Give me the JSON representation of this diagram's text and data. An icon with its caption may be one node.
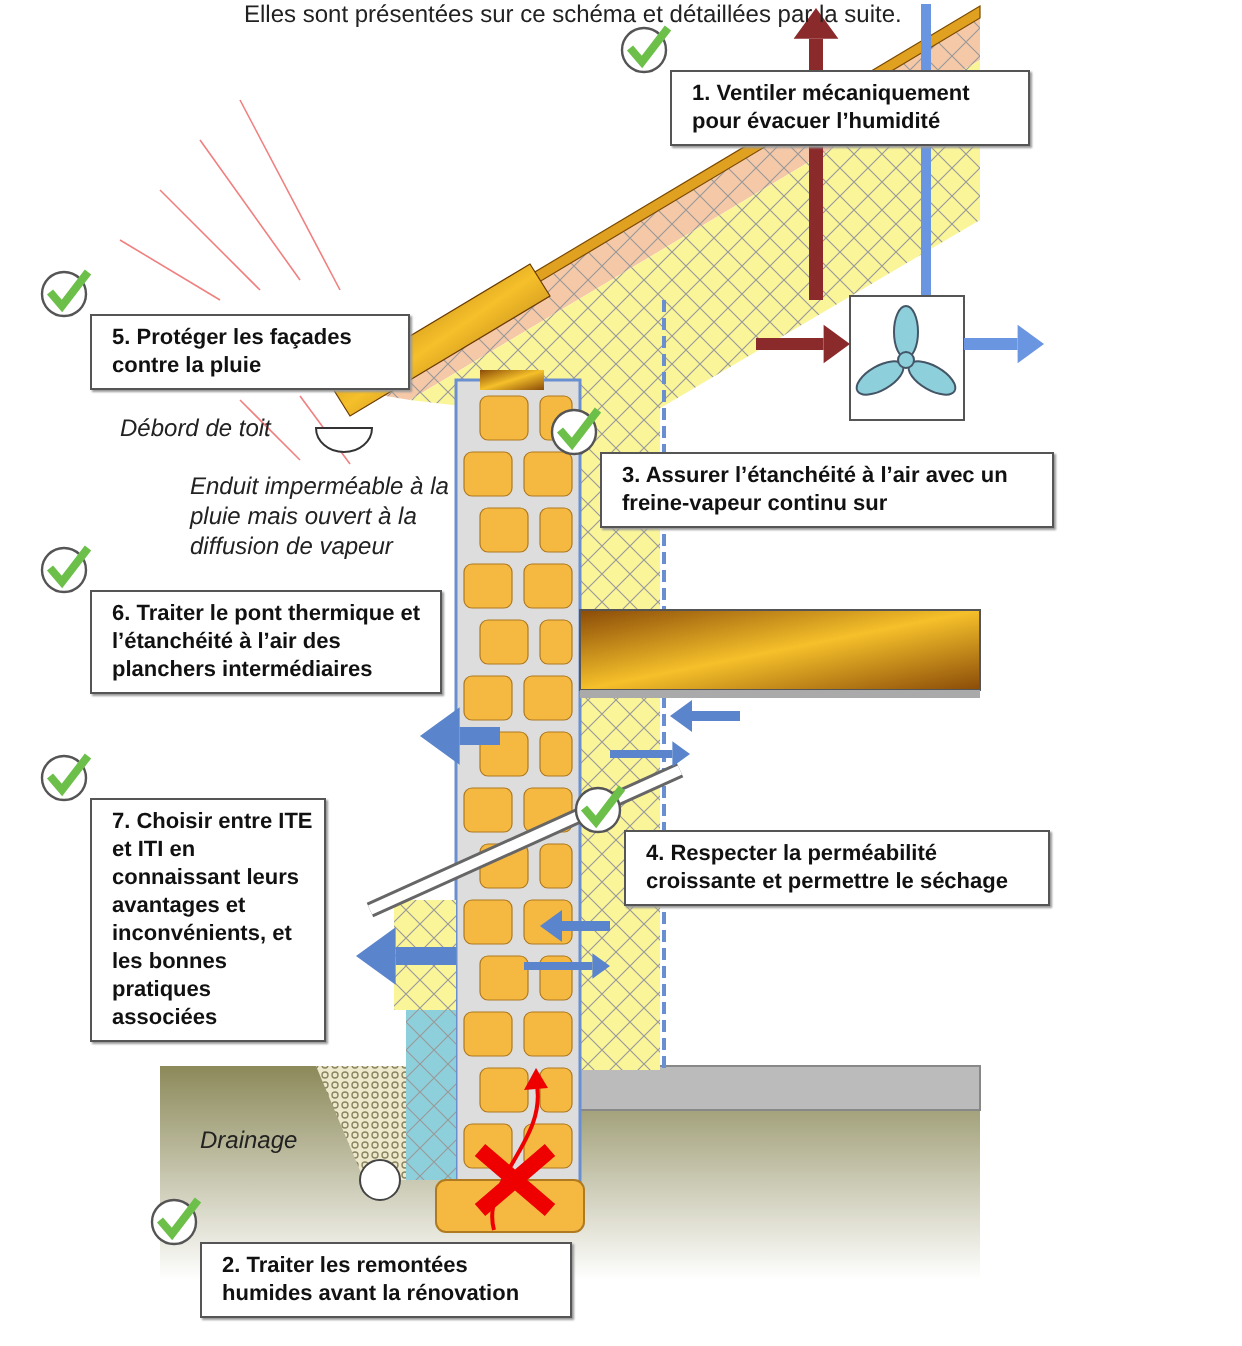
{
  "diagram": {
    "nodes": [
      {
        "text": [
          "1. Ventiler mécaniquement pour évacuer l’humidité"
        ]
      },
      {
        "text": [
          "5. Protéger les façades contre la pluie"
        ]
      },
      {
        "text": [
          "3. Assurer l’étanchéité à l’air avec un freine-vapeur continu sur"
        ]
      },
      {
        "text": [
          "6. Traiter le pont thermique et l’étanchéité à l’air des planchers intermédiaires"
        ]
      },
      {
        "text": [
          "4. Respecter la perméabilité croissante et permettre le séchage"
        ]
      },
      {
        "text": [
          "7. Choisir entre ITE et ITI en connaissant leurs avantages et inconvénients, et les bonnes pratiques associées"
        ]
      },
      {
        "text": [
          "2. Traiter les remontées humides avant la rénovation"
        ]
      }
    ],
    "labels": [
      "Elles sont présentées sur ce schéma et détaillées par la suite.",
      "Débord de toit",
      "Enduit imperméable à la pluie mais ouvert à la diffusion de vapeur",
      "Drainage"
    ]
  }
}
